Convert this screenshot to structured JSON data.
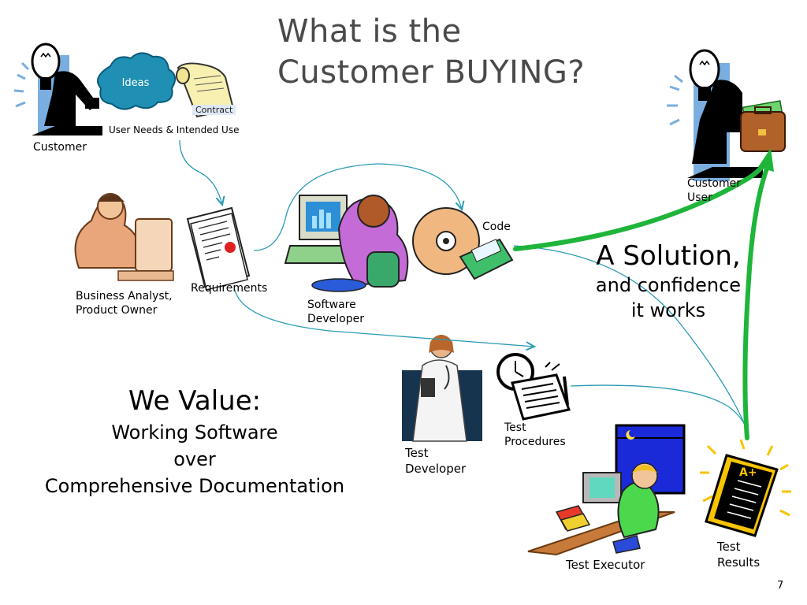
{
  "title": {
    "line1": "What is the",
    "line2": "Customer BUYING?"
  },
  "labels": {
    "ideas": "Ideas",
    "contract": "Contract",
    "user_needs": "User Needs & Intended Use",
    "customer": "Customer",
    "customer_user": {
      "line1": "Customer",
      "line2": "User"
    },
    "business_analyst": {
      "line1": "Business Analyst,",
      "line2": "Product Owner"
    },
    "requirements": "Requirements",
    "software_developer": {
      "line1": "Software",
      "line2": "Developer"
    },
    "code": "Code",
    "test_developer": {
      "line1": "Test",
      "line2": "Developer"
    },
    "test_procedures": {
      "line1": "Test",
      "line2": "Procedures"
    },
    "test_executor": "Test Executor",
    "test_results": {
      "line1": "Test",
      "line2": "Results"
    },
    "grade": "A+"
  },
  "solution": {
    "line1": "A Solution,",
    "line2": "and confidence",
    "line3": "it works"
  },
  "values": {
    "heading": "We Value:",
    "line1": "Working Software",
    "line2": "over",
    "line3": "Comprehensive Documentation"
  },
  "page_number": "7",
  "colors": {
    "flow_arrow": "#2a9bb5",
    "solution_arrow": "#1eb53a",
    "title": "#4a4a4a"
  }
}
